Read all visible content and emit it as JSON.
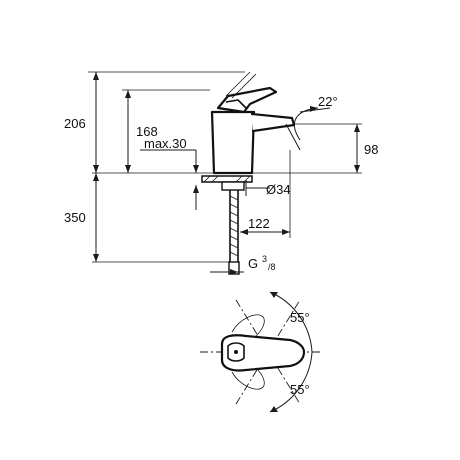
{
  "dimensions": {
    "total_height": "206",
    "spout_height": "168",
    "max_deck": "max.30",
    "spout_angle": "22°",
    "spout_reach_height": "98",
    "hole_diameter": "Ø34",
    "below_deck": "350",
    "spout_projection": "122",
    "connection_main": "G",
    "connection_sup": "3",
    "connection_sub": "/8",
    "rotation_upper": "55°",
    "rotation_lower": "55°"
  }
}
